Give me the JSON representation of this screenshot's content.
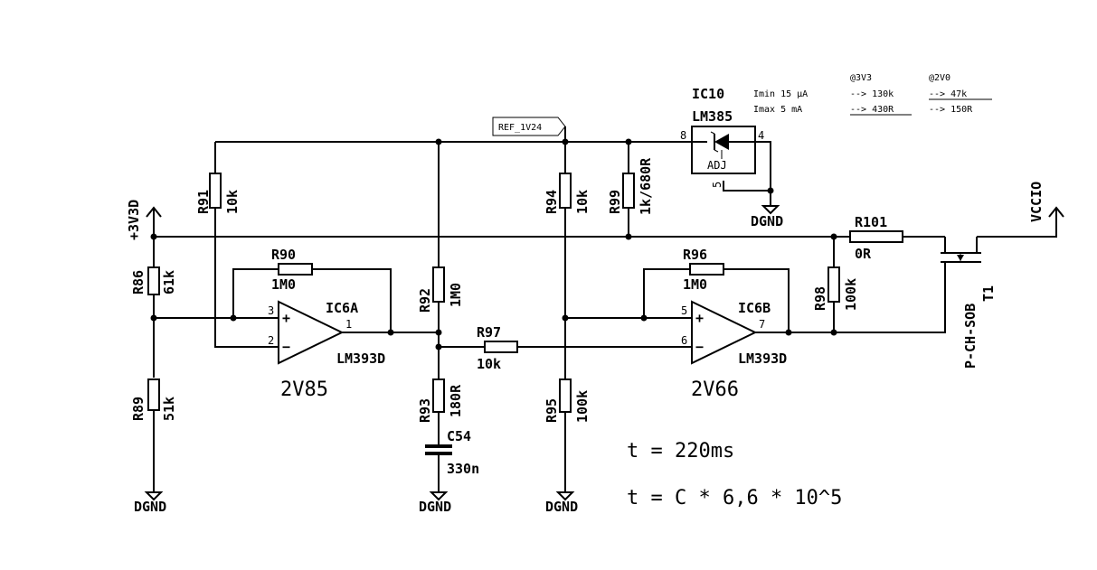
{
  "net_labels": {
    "ref": "REF_1V24",
    "supply_3v3": "+3V3D",
    "vccio": "VCCIO"
  },
  "grounds": [
    "DGND",
    "DGND",
    "DGND",
    "DGND"
  ],
  "resistors": {
    "r91": {
      "ref": "R91",
      "value": "10k"
    },
    "r86": {
      "ref": "R86",
      "value": "61k"
    },
    "r89": {
      "ref": "R89",
      "value": "51k"
    },
    "r90": {
      "ref": "R90",
      "value": "1M0"
    },
    "r92": {
      "ref": "R92",
      "value": "1M0"
    },
    "r93": {
      "ref": "R93",
      "value": "180R"
    },
    "r97": {
      "ref": "R97",
      "value": "10k"
    },
    "r94": {
      "ref": "R94",
      "value": "10k"
    },
    "r95": {
      "ref": "R95",
      "value": "100k"
    },
    "r99": {
      "ref": "R99",
      "value": "1k/680R"
    },
    "r96": {
      "ref": "R96",
      "value": "1M0"
    },
    "r98": {
      "ref": "R98",
      "value": "100k"
    },
    "r101": {
      "ref": "R101",
      "value": "0R"
    }
  },
  "capacitor": {
    "ref": "C54",
    "value": "330n"
  },
  "ic6a": {
    "ref": "IC6A",
    "part": "LM393D",
    "pin_plus": "3",
    "pin_minus": "2",
    "pin_out": "1",
    "threshold": "2V85"
  },
  "ic6b": {
    "ref": "IC6B",
    "part": "LM393D",
    "pin_plus": "5",
    "pin_minus": "6",
    "pin_out": "7",
    "threshold": "2V66"
  },
  "ic10": {
    "ref": "IC10",
    "part": "LM385",
    "adj": "ADJ",
    "pin8": "8",
    "pin4": "4",
    "pin5": "5"
  },
  "transistor": {
    "ref": "T1",
    "type": "P-CH-SOB"
  },
  "notes": {
    "imin": "Imin 15 µA",
    "imax": "Imax 5 mA",
    "h_3v3": "@3V3",
    "h_2v0": "@2V0",
    "a1": "--> 130k",
    "a2": "--> 430R",
    "b1": "--> 47k",
    "b2": "--> 150R"
  },
  "formula": {
    "line1": "t = 220ms",
    "line2": "t = C * 6,6 * 10^5"
  }
}
